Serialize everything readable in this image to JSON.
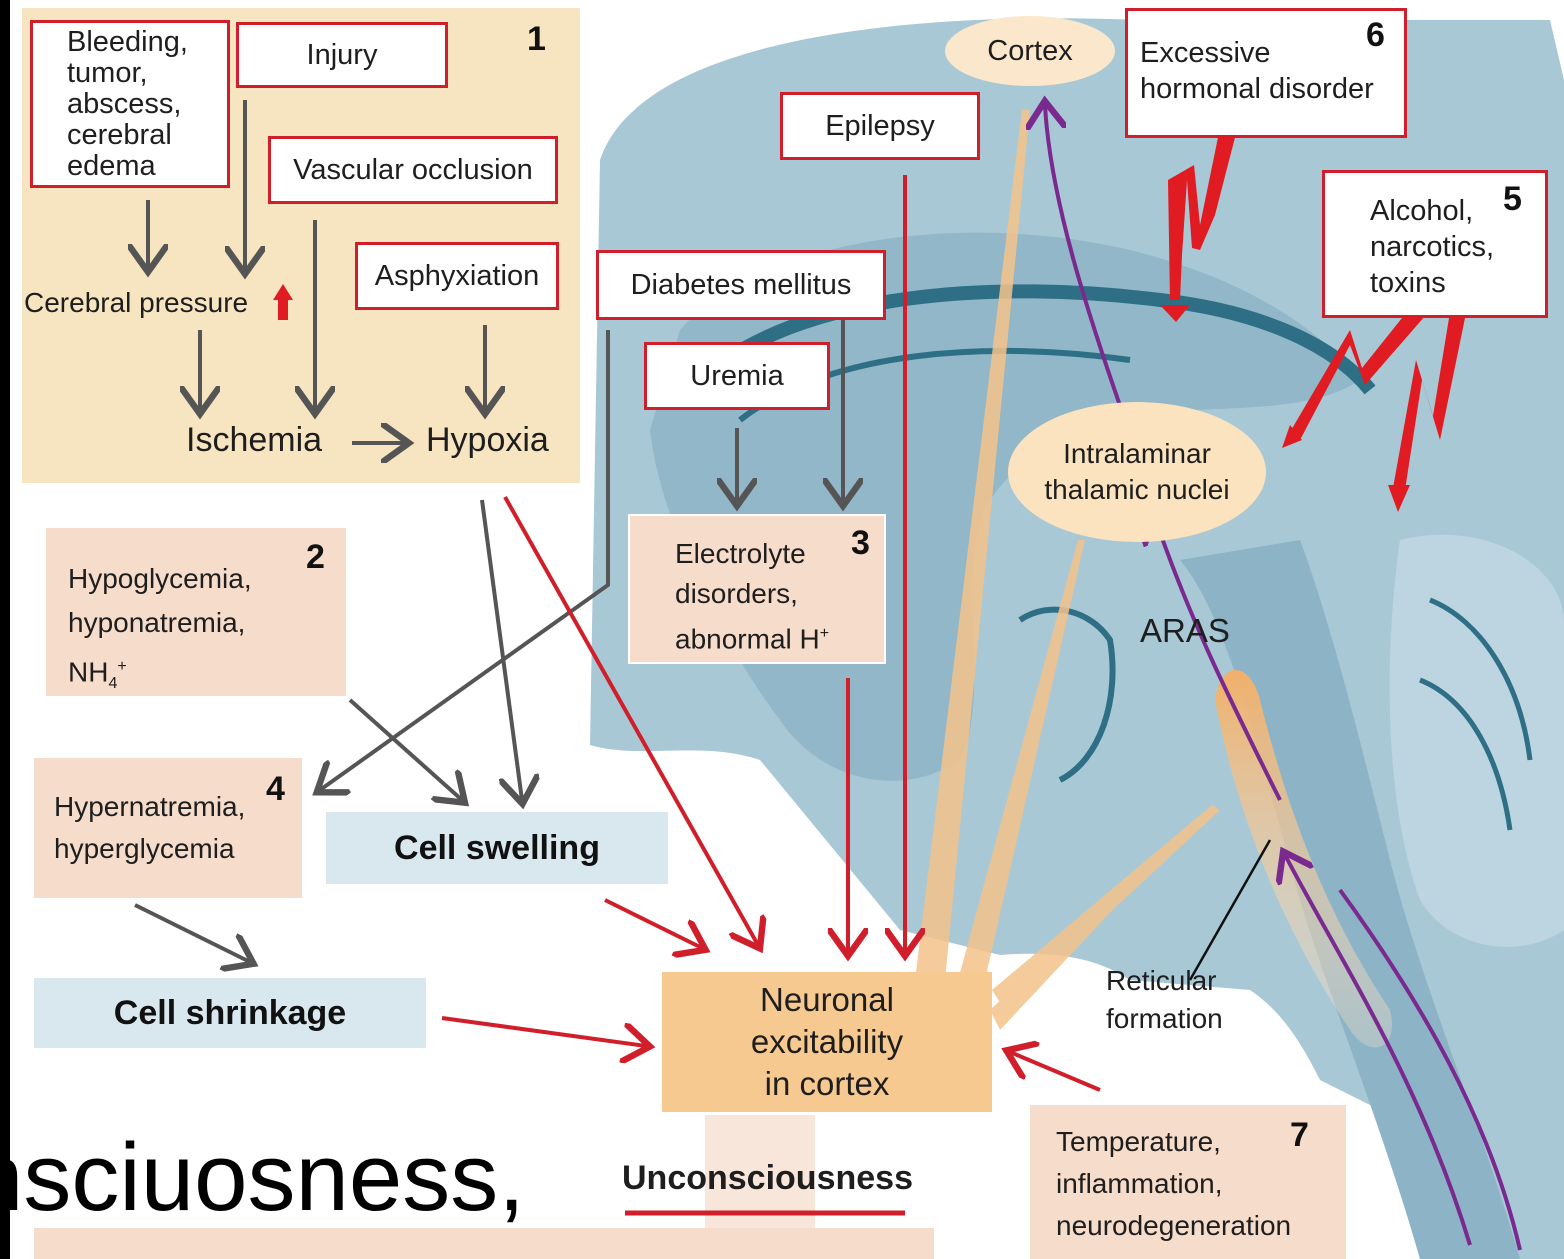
{
  "group1": {
    "number": "1",
    "bleeding": "Bleeding,\ntumor,\nabscess,\ncerebral\nedema",
    "injury": "Injury",
    "vascular": "Vascular occlusion",
    "asphyxiation": "Asphyxiation",
    "pressure": "Cerebral pressure",
    "ischemia": "Ischemia",
    "hypoxia": "Hypoxia"
  },
  "group2": {
    "number": "2",
    "text": "Hypoglycemia,\nhyponatremia,\nNH",
    "sub": "4",
    "sup": "+"
  },
  "group3": {
    "number": "3",
    "text": "Electrolyte\ndisorders,\nabnormal H",
    "sup": "+"
  },
  "group4": {
    "number": "4",
    "text": "Hypernatremia,\nhyperglycemia"
  },
  "group5": {
    "number": "5",
    "text": "Alcohol,\nnarcotics,\ntoxins"
  },
  "group6": {
    "number": "6",
    "text": "Excessive\nhormonal disorder"
  },
  "group7": {
    "number": "7",
    "text": "Temperature,\ninflammation,\nneurodegeneration"
  },
  "causes": {
    "diabetes": "Diabetes mellitus",
    "uremia": "Uremia",
    "epilepsy": "Epilepsy"
  },
  "brain": {
    "cortex": "Cortex",
    "thalamic": "Intralaminar\nthalamic nuclei",
    "aras": "ARAS",
    "reticular": "Reticular\nformation"
  },
  "outcomes": {
    "cell_swelling": "Cell swelling",
    "cell_shrinkage": "Cell shrinkage",
    "neuronal": "Neuronal\nexcitability\nin cortex",
    "unconsciousness": "Unconsciousness"
  },
  "caption": "nsciuosness,",
  "colors": {
    "red": "#d01f2a",
    "grey_arrow": "#555555",
    "purple": "#7a2a8e",
    "panel1": "#f6e5c0",
    "peach": "#f6dccb",
    "blue": "#d9e7ee",
    "brain": "#a9c8d6",
    "orange": "#f4c38a"
  }
}
